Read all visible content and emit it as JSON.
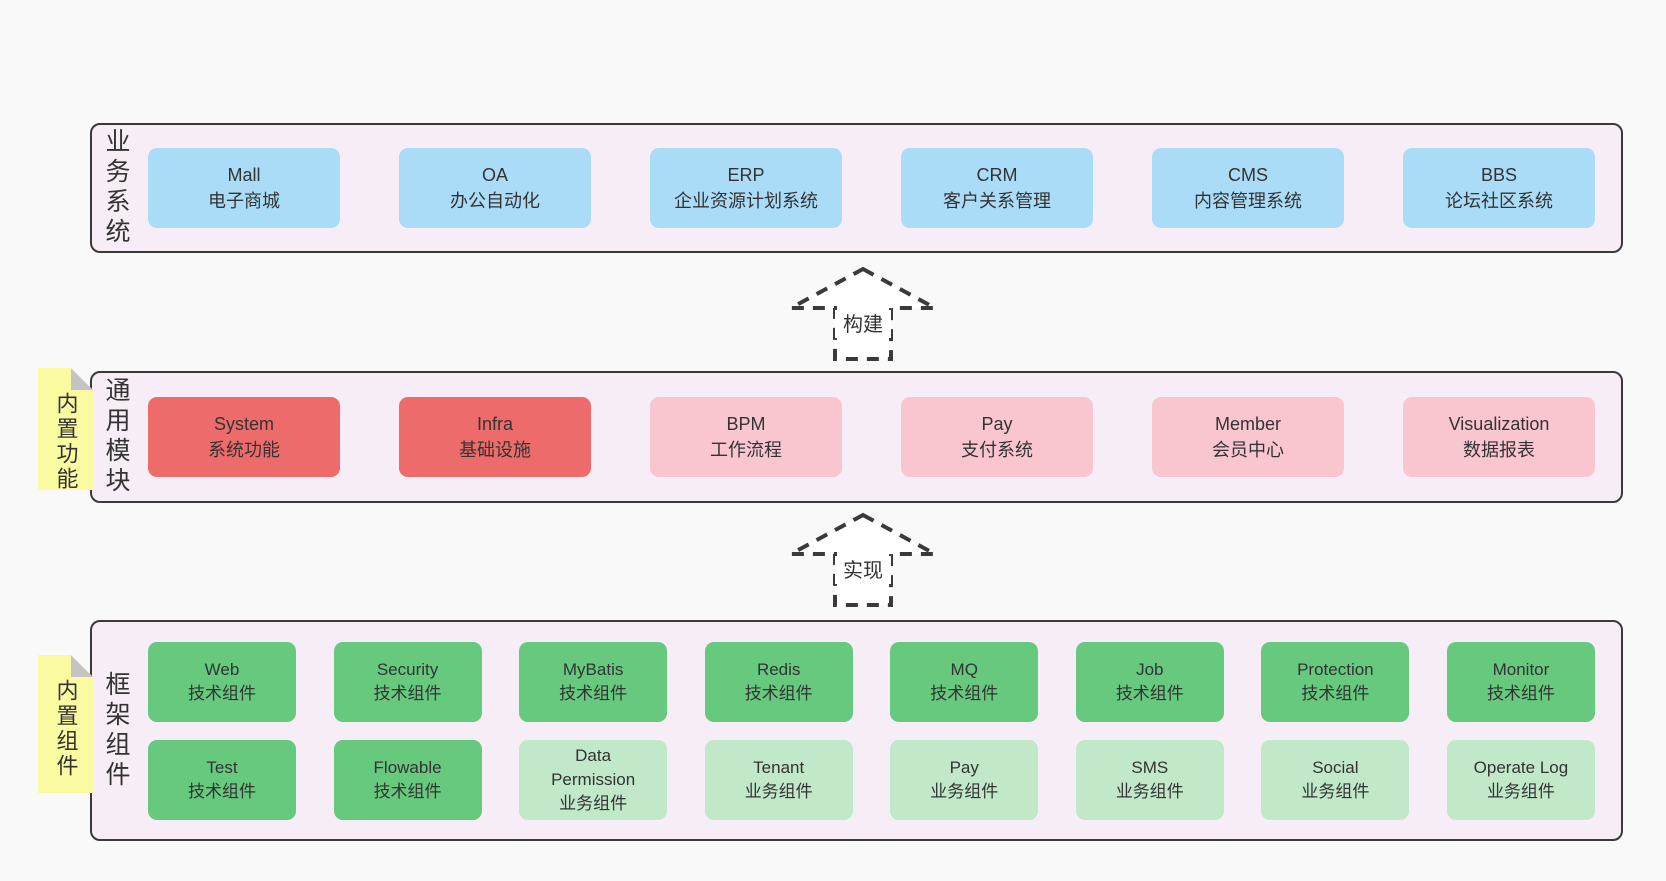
{
  "colors": {
    "page_bg": "#f9f9f9",
    "band_bg": "#f7edf6",
    "band_border": "#3a3a3a",
    "box_blue": "#aadcf7",
    "box_red": "#ee6b6b",
    "box_pink": "#f9c6d0",
    "box_green": "#66c97e",
    "box_light_green": "#c1e8c9",
    "sticky_yellow": "#fafaa0",
    "sticky_fold_gray": "#c4c4c4",
    "text": "#333333"
  },
  "arrows": [
    {
      "label": "构建"
    },
    {
      "label": "实现"
    }
  ],
  "layers": [
    {
      "label": "业务系统",
      "boxes": [
        {
          "en": "Mall",
          "zh": "电子商城",
          "variant": "blue"
        },
        {
          "en": "OA",
          "zh": "办公自动化",
          "variant": "blue"
        },
        {
          "en": "ERP",
          "zh": "企业资源计划系统",
          "variant": "blue"
        },
        {
          "en": "CRM",
          "zh": "客户关系管理",
          "variant": "blue"
        },
        {
          "en": "CMS",
          "zh": "内容管理系统",
          "variant": "blue"
        },
        {
          "en": "BBS",
          "zh": "论坛社区系统",
          "variant": "blue"
        }
      ]
    },
    {
      "label": "通用模块",
      "sticky": "内置功能",
      "boxes": [
        {
          "en": "System",
          "zh": "系统功能",
          "variant": "red"
        },
        {
          "en": "Infra",
          "zh": "基础设施",
          "variant": "red"
        },
        {
          "en": "BPM",
          "zh": "工作流程",
          "variant": "pink"
        },
        {
          "en": "Pay",
          "zh": "支付系统",
          "variant": "pink"
        },
        {
          "en": "Member",
          "zh": "会员中心",
          "variant": "pink"
        },
        {
          "en": "Visualization",
          "zh": "数据报表",
          "variant": "pink"
        }
      ]
    },
    {
      "label": "框架组件",
      "sticky": "内置组件",
      "rows": [
        [
          {
            "en": "Web",
            "zh": "技术组件",
            "variant": "green"
          },
          {
            "en": "Security",
            "zh": "技术组件",
            "variant": "green"
          },
          {
            "en": "MyBatis",
            "zh": "技术组件",
            "variant": "green"
          },
          {
            "en": "Redis",
            "zh": "技术组件",
            "variant": "green"
          },
          {
            "en": "MQ",
            "zh": "技术组件",
            "variant": "green"
          },
          {
            "en": "Job",
            "zh": "技术组件",
            "variant": "green"
          },
          {
            "en": "Protection",
            "zh": "技术组件",
            "variant": "green"
          },
          {
            "en": "Monitor",
            "zh": "技术组件",
            "variant": "green"
          }
        ],
        [
          {
            "en": "Test",
            "zh": "技术组件",
            "variant": "green"
          },
          {
            "en": "Flowable",
            "zh": "技术组件",
            "variant": "green"
          },
          {
            "en": "Data Permission",
            "zh": "业务组件",
            "variant": "lightgreen"
          },
          {
            "en": "Tenant",
            "zh": "业务组件",
            "variant": "lightgreen"
          },
          {
            "en": "Pay",
            "zh": "业务组件",
            "variant": "lightgreen"
          },
          {
            "en": "SMS",
            "zh": "业务组件",
            "variant": "lightgreen"
          },
          {
            "en": "Social",
            "zh": "业务组件",
            "variant": "lightgreen"
          },
          {
            "en": "Operate Log",
            "zh": "业务组件",
            "variant": "lightgreen"
          }
        ]
      ]
    }
  ]
}
